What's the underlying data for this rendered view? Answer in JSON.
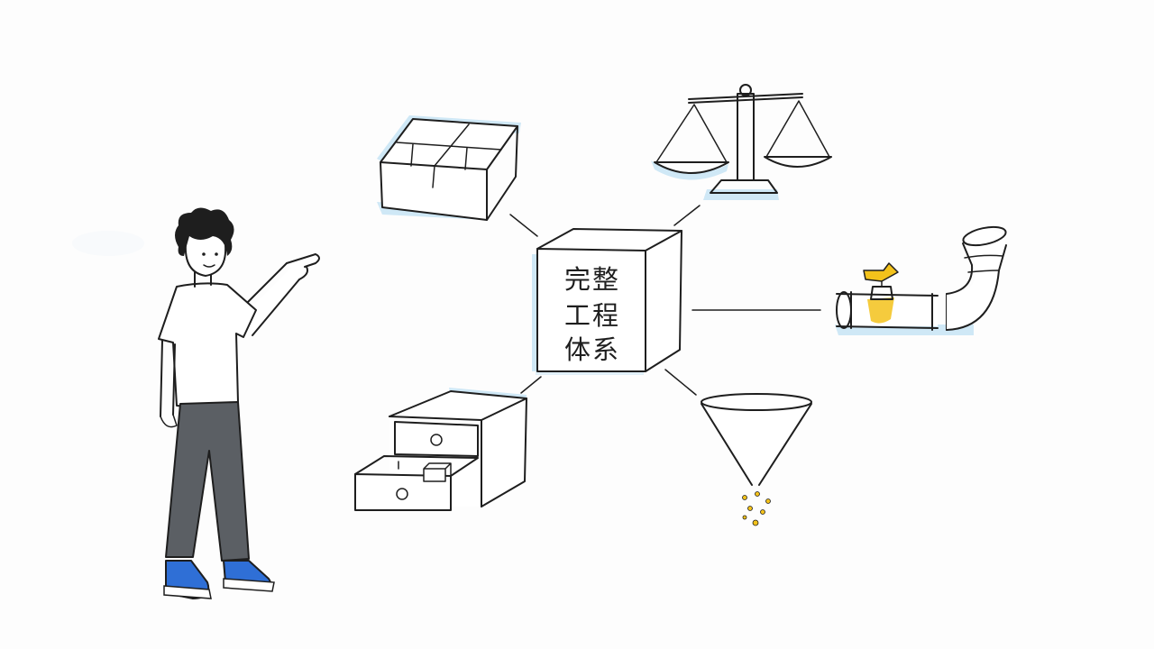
{
  "center_node": {
    "label_lines": [
      "完整",
      "工程",
      "体系"
    ]
  },
  "colors": {
    "ink": "#1e1e1e",
    "accent_wash": "#cfe8f6",
    "gold": "#f3c21b",
    "shirt": "#ffffff",
    "pants": "#5b5f64",
    "shoes": "#2f6fd6"
  },
  "icons": [
    "person-pointing",
    "partitioned-tray-box",
    "balance-scale",
    "pipe-with-valve",
    "funnel-filter",
    "drawer-cabinet"
  ]
}
